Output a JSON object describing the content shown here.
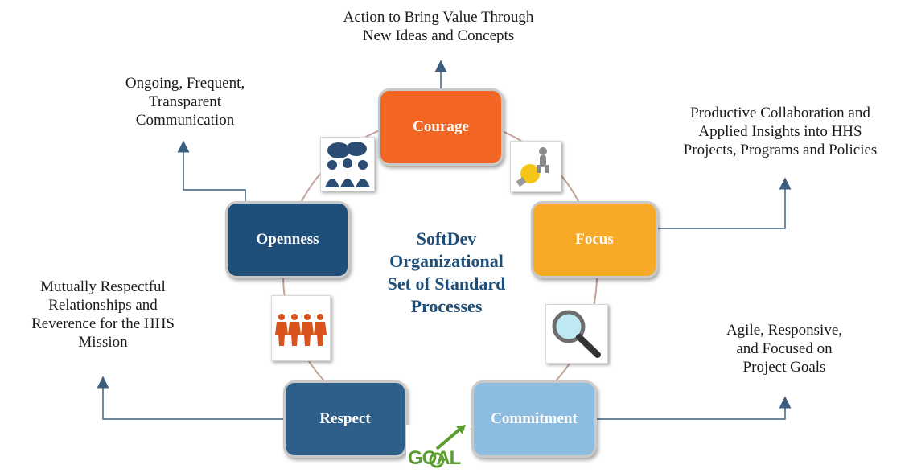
{
  "center_title": "SoftDev\nOrganizational\nSet of Standard\nProcesses",
  "nodes": {
    "courage": {
      "label": "Courage",
      "color": "#f26522",
      "description": "Action to Bring Value Through\nNew Ideas and Concepts"
    },
    "focus": {
      "label": "Focus",
      "color": "#f7a928",
      "description": "Productive Collaboration and\nApplied Insights into HHS\nProjects, Programs and Policies"
    },
    "commitment": {
      "label": "Commitment",
      "color": "#8cbde0",
      "description": "Agile, Responsive,\nand Focused on\nProject Goals"
    },
    "respect": {
      "label": "Respect",
      "color": "#2e5f8a",
      "description": "Mutually Respectful\nRelationships and\nReverence for the HHS\nMission"
    },
    "openness": {
      "label": "Openness",
      "color": "#1f4e79",
      "description": "Ongoing, Frequent,\nTransparent\nCommunication"
    }
  },
  "icons": {
    "goal_text": "GOAL",
    "names": [
      "people-talking-icon",
      "lightbulb-figure-icon",
      "magnifier-icon",
      "team-icon",
      "goal-dart-icon"
    ]
  },
  "colors": {
    "ring": "#c4a39a",
    "connector": "#3d5f7f",
    "center_text": "#1f4e79"
  }
}
